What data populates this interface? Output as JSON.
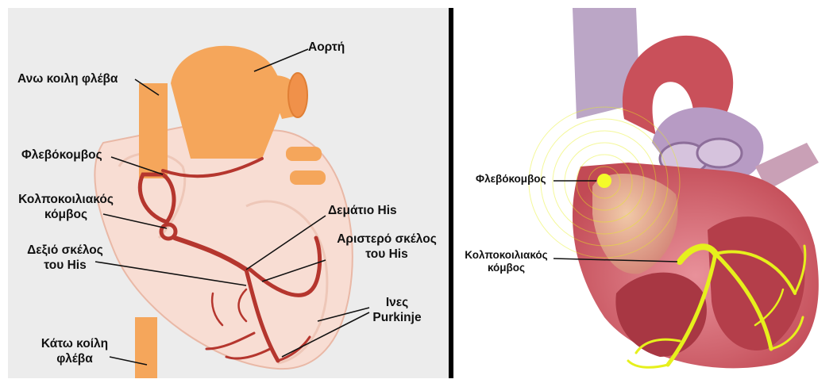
{
  "left_diagram": {
    "labels": {
      "aorta": "Αορτή",
      "superior_vena_cava": "Ανω κοιλη φλέβα",
      "sa_node": "Φλεβόκομβος",
      "av_node_line1": "Κολποκοιλιακός",
      "av_node_line2": "κόμβος",
      "bundle_of_his": "Δεμάτιο His",
      "left_bundle_line1": "Αριστερό σκέλος",
      "left_bundle_line2": "του His",
      "right_bundle_line1": "Δεξιό σκέλος",
      "right_bundle_line2": "του His",
      "purkinje_line1": "Ινες",
      "purkinje_line2": "Purkinje",
      "inferior_vena_cava_line1": "Κάτω κοίλη",
      "inferior_vena_cava_line2": "φλέβα"
    },
    "colors": {
      "vessel": "#f5a65b",
      "conduction": "#b5362e",
      "heart_body": "#f8ddd3"
    }
  },
  "right_diagram": {
    "labels": {
      "sa_node": "Φλεβόκομβος",
      "av_node_line1": "Κολποκοιλιακός",
      "av_node_line2": "κόμβος"
    },
    "colors": {
      "muscle": "#c9505a",
      "conduction": "#e6f01c",
      "vessel": "#bba6c6"
    }
  }
}
